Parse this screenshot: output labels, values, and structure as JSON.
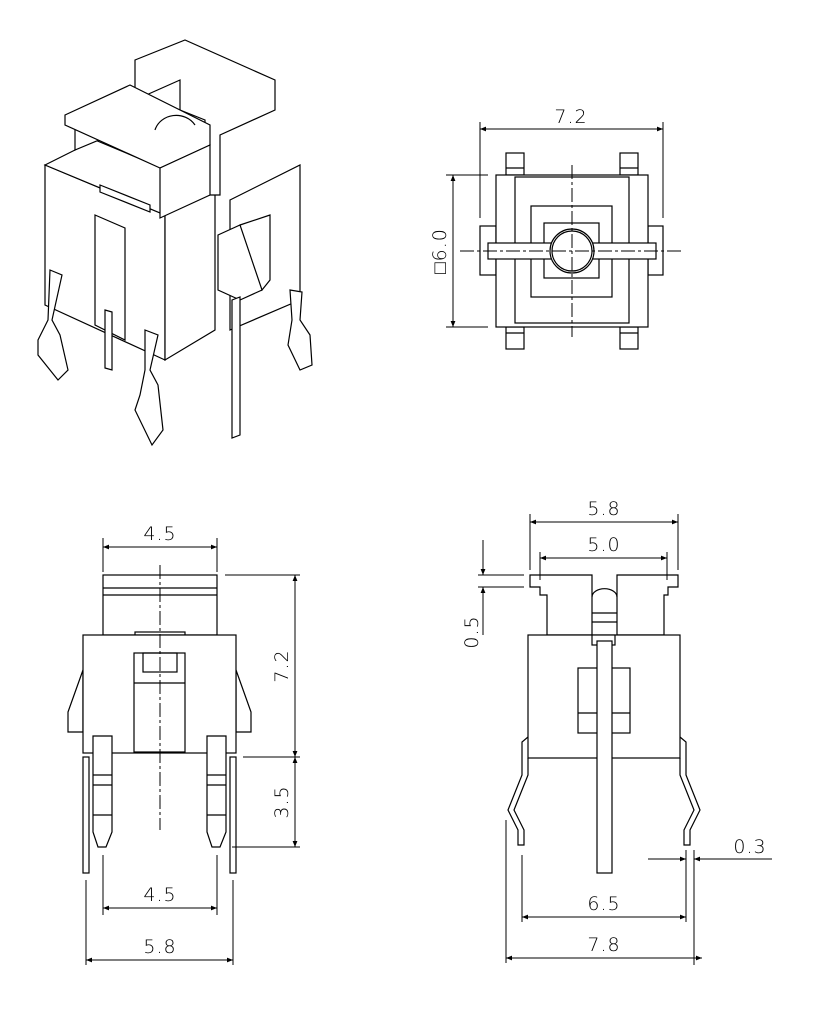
{
  "drawing": {
    "isometric_view": {},
    "top_view": {
      "width_dim": "7.2",
      "square_dim": "□6.0"
    },
    "front_view": {
      "top_width_dim": "4.5",
      "height_dim": "7.2",
      "pin_length_dim": "3.5",
      "pin_pitch_dim": "4.5",
      "overall_width_dim": "5.8"
    },
    "side_view": {
      "cap_width_dim": "5.8",
      "inner_width_dim": "5.0",
      "cap_thickness_dim": "0.5",
      "lead_thickness_dim": "0.3",
      "lead_pitch_dim": "6.5",
      "overall_width_dim": "7.8"
    }
  }
}
